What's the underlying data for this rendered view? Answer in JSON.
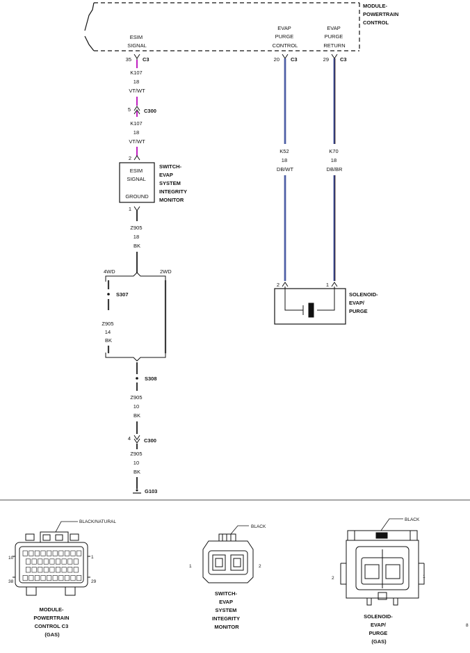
{
  "pcm_label": [
    "MODULE-",
    "POWERTRAIN",
    "CONTROL"
  ],
  "pins": {
    "esim_signal": {
      "label": [
        "ESIM",
        "SIGNAL"
      ],
      "pin": "35",
      "conn": "C3"
    },
    "purge_control": {
      "label": [
        "EVAP",
        "PURGE",
        "CONTROL"
      ],
      "pin": "20",
      "conn": "C3"
    },
    "purge_return": {
      "label": [
        "EVAP",
        "PURGE",
        "RETURN"
      ],
      "pin": "29",
      "conn": "C3"
    }
  },
  "wires": {
    "k107_a": [
      "K107",
      "18",
      "VT/WT"
    ],
    "k107_b": [
      "K107",
      "18",
      "VT/WT"
    ],
    "z905_a": [
      "Z905",
      "18",
      "BK"
    ],
    "z905_4wd": [
      "Z905",
      "14",
      "BK"
    ],
    "z905_b": [
      "Z905",
      "10",
      "BK"
    ],
    "z905_c": [
      "Z905",
      "10",
      "BK"
    ],
    "k52": [
      "K52",
      "18",
      "DB/WT"
    ],
    "k70": [
      "K70",
      "18",
      "DB/BR"
    ]
  },
  "connectors": {
    "c300_upper": {
      "pin": "5",
      "name": "C300"
    },
    "esim_in_pin": "2",
    "esim_out_pin": "1",
    "c300_lower": {
      "pin": "4",
      "name": "C300"
    },
    "sol_pin_left": "2",
    "sol_pin_right": "1"
  },
  "esim_box": {
    "lines": [
      "ESIM",
      "SIGNAL"
    ],
    "ground": "GROUND"
  },
  "esim_component": [
    "SWITCH-",
    "EVAP",
    "SYSTEM",
    "INTEGRITY",
    "MONITOR"
  ],
  "solenoid_component": [
    "SOLENOID-",
    "EVAP/",
    "PURGE"
  ],
  "splices": {
    "s307": "S307",
    "s308": "S308"
  },
  "branches": {
    "four_wd": "4WD",
    "two_wd": "2WD"
  },
  "ground": "G103",
  "corner_mark": "8",
  "views": {
    "pcm": {
      "color": "BLACK/NATURAL",
      "pins": [
        "10",
        "1",
        "38",
        "29"
      ],
      "caption": [
        "MODULE-",
        "POWERTRAIN",
        "CONTROL C3",
        "(GAS)"
      ]
    },
    "esim": {
      "color": "BLACK",
      "pins": [
        "1",
        "2"
      ],
      "caption": [
        "SWITCH-",
        "EVAP",
        "SYSTEM",
        "INTEGRITY",
        "MONITOR"
      ]
    },
    "solenoid": {
      "color": "BLACK",
      "pins": [
        "2",
        "1"
      ],
      "caption": [
        "SOLENOID-",
        "EVAP/",
        "PURGE",
        "(GAS)"
      ]
    }
  },
  "colors": {
    "ink": "#111111",
    "violet_stripe": "#c020c0",
    "blue_wire": "#2a3c8c",
    "dark_wire": "#222222",
    "black_wire": "#3a3a3a"
  }
}
